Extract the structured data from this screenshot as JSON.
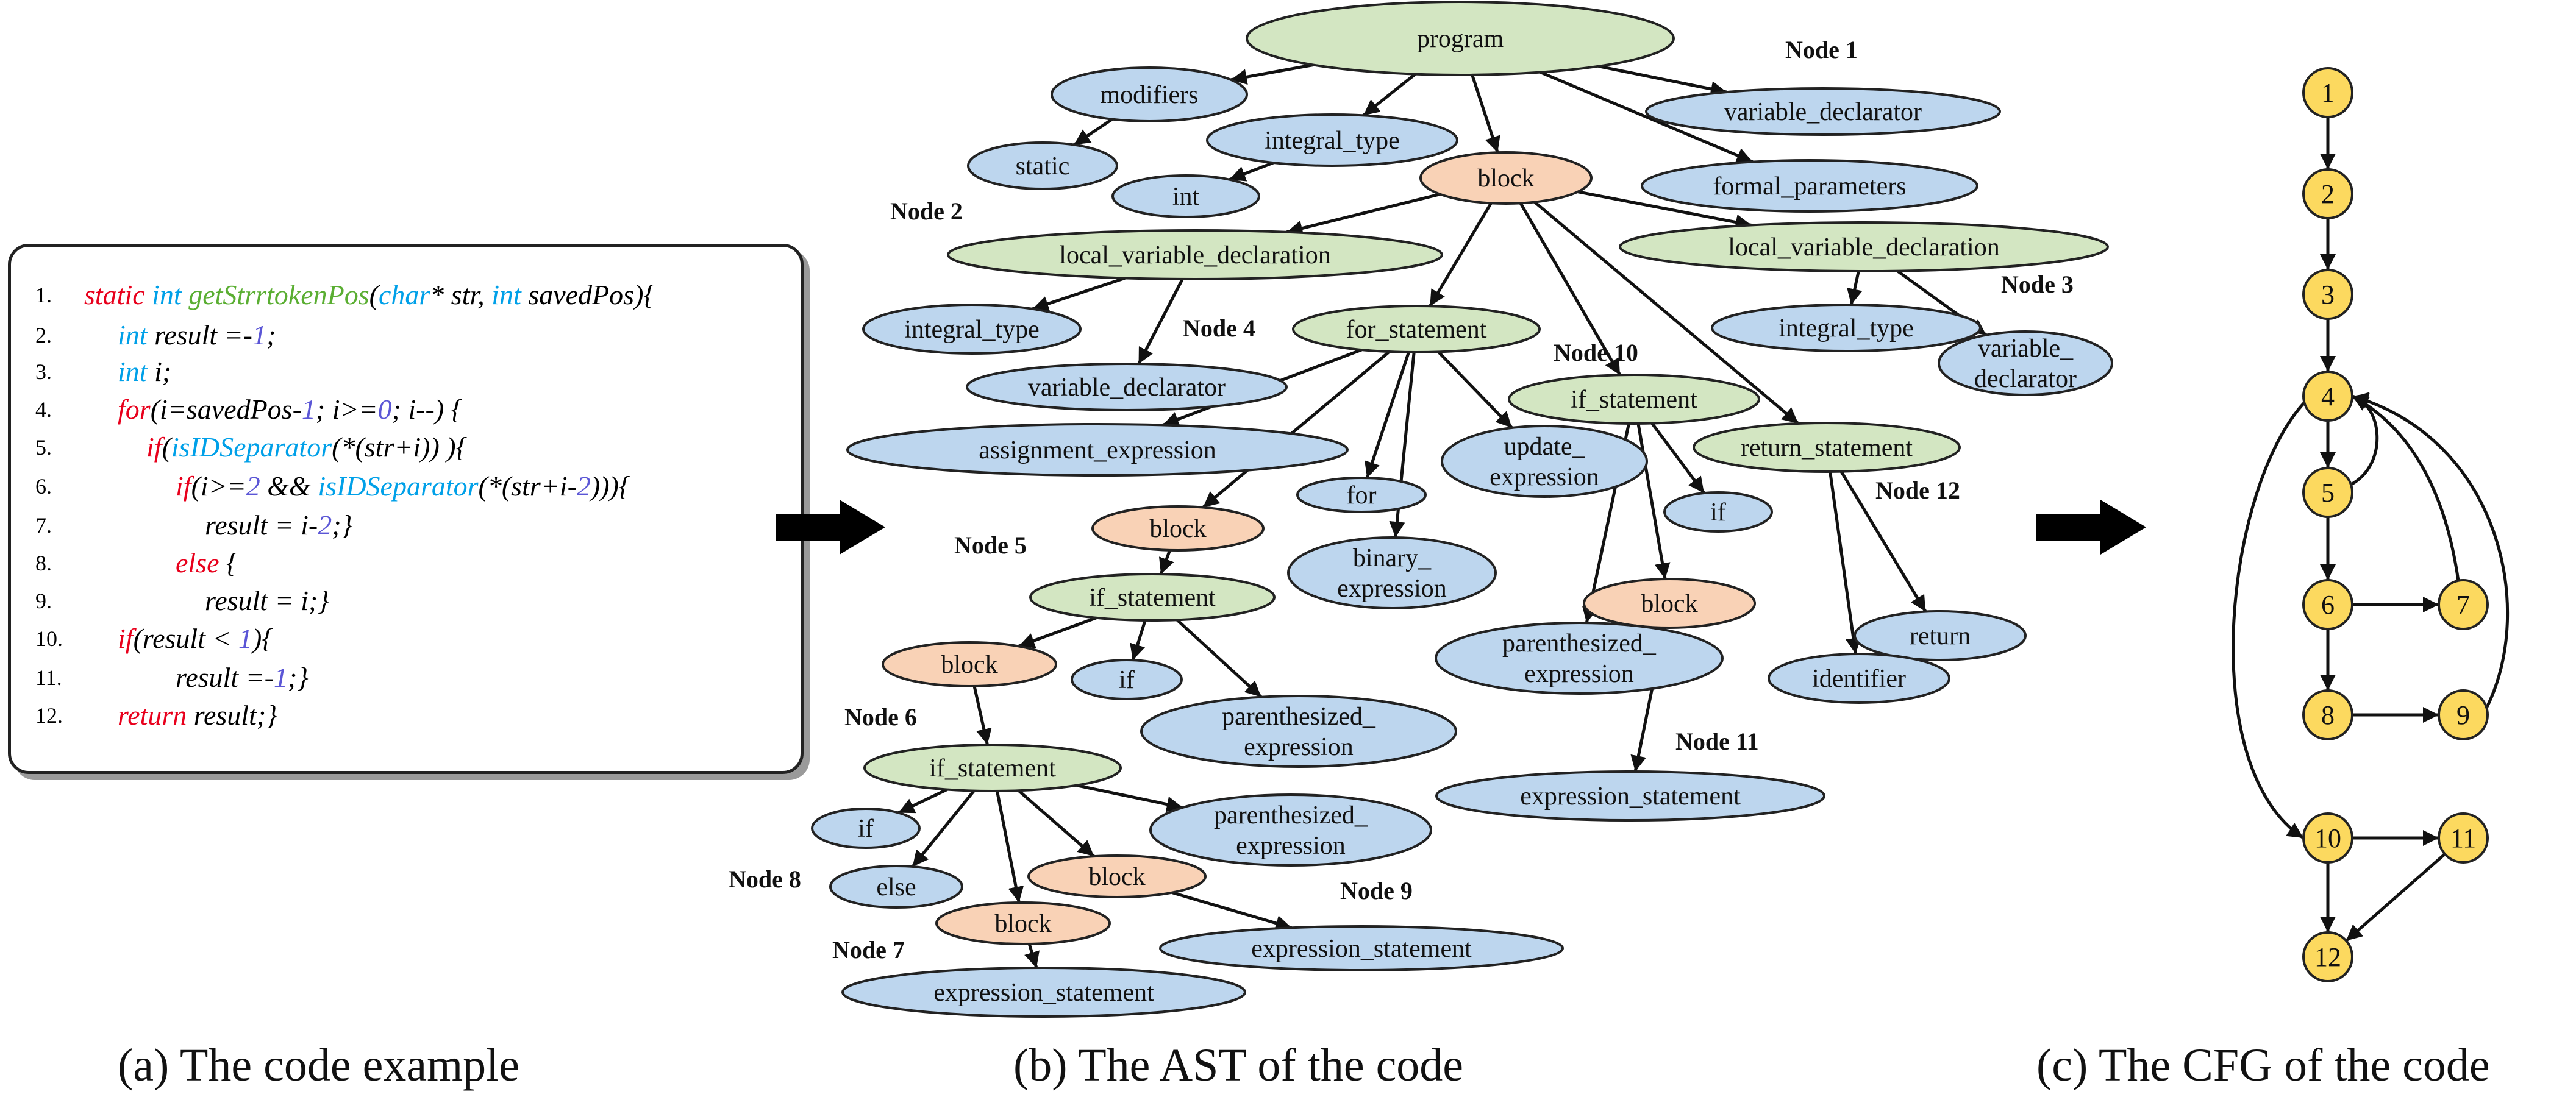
{
  "code_panel": {
    "lines": [
      {
        "num": "1.",
        "parts": [
          {
            "t": "static",
            "c": "kw"
          },
          {
            "t": " ",
            "c": ""
          },
          {
            "t": "int",
            "c": "ty"
          },
          {
            "t": " ",
            "c": ""
          },
          {
            "t": "getStrrtokenPos",
            "c": "fn"
          },
          {
            "t": "(",
            "c": ""
          },
          {
            "t": "char",
            "c": "ty"
          },
          {
            "t": "* str, ",
            "c": ""
          },
          {
            "t": "int",
            "c": "ty"
          },
          {
            "t": " savedPos){",
            "c": ""
          }
        ]
      },
      {
        "num": "2.",
        "parts": [
          {
            "t": "int",
            "c": "ty"
          },
          {
            "t": " result =-",
            "c": ""
          },
          {
            "t": "1",
            "c": "nm"
          },
          {
            "t": ";",
            "c": ""
          }
        ]
      },
      {
        "num": "3.",
        "parts": [
          {
            "t": "int",
            "c": "ty"
          },
          {
            "t": " i;",
            "c": ""
          }
        ]
      },
      {
        "num": "4.",
        "parts": [
          {
            "t": "for",
            "c": "kw"
          },
          {
            "t": "(i=savedPos-",
            "c": ""
          },
          {
            "t": "1",
            "c": "nm"
          },
          {
            "t": "; i>=",
            "c": ""
          },
          {
            "t": "0",
            "c": "nm"
          },
          {
            "t": "; i--) {",
            "c": ""
          }
        ]
      },
      {
        "num": "5.",
        "parts": [
          {
            "t": "if",
            "c": "kw"
          },
          {
            "t": "(",
            "c": ""
          },
          {
            "t": "isIDSeparator",
            "c": "ty"
          },
          {
            "t": "(*(str+i))  ){",
            "c": ""
          }
        ]
      },
      {
        "num": "6.",
        "parts": [
          {
            "t": "if",
            "c": "kw"
          },
          {
            "t": "(i>=",
            "c": ""
          },
          {
            "t": "2",
            "c": "nm"
          },
          {
            "t": " && ",
            "c": ""
          },
          {
            "t": "isIDSeparator",
            "c": "ty"
          },
          {
            "t": "(*(str+i-",
            "c": ""
          },
          {
            "t": "2",
            "c": "nm"
          },
          {
            "t": "))){",
            "c": ""
          }
        ]
      },
      {
        "num": "7.",
        "parts": [
          {
            "t": "result = i-",
            "c": ""
          },
          {
            "t": "2",
            "c": "nm"
          },
          {
            "t": ";}",
            "c": ""
          }
        ]
      },
      {
        "num": "8.",
        "parts": [
          {
            "t": "else",
            "c": "kw"
          },
          {
            "t": " {",
            "c": ""
          }
        ]
      },
      {
        "num": "9.",
        "parts": [
          {
            "t": "result = i;}",
            "c": ""
          }
        ]
      },
      {
        "num": "10.",
        "parts": [
          {
            "t": "if",
            "c": "kw"
          },
          {
            "t": "(result < ",
            "c": ""
          },
          {
            "t": "1",
            "c": "nm"
          },
          {
            "t": "){",
            "c": ""
          }
        ]
      },
      {
        "num": "11.",
        "parts": [
          {
            "t": "result =-",
            "c": ""
          },
          {
            "t": "1",
            "c": "nm"
          },
          {
            "t": ";}",
            "c": ""
          }
        ]
      },
      {
        "num": "12.",
        "parts": [
          {
            "t": "return",
            "c": "kw"
          },
          {
            "t": " result;}",
            "c": ""
          }
        ]
      }
    ]
  },
  "captions": {
    "a": "(a) The code example",
    "b": "(b) The AST of the code",
    "c": "(c) The CFG of the code"
  },
  "colors": {
    "green": "#d3e6c2",
    "blue": "#bdd6ee",
    "orange": "#f9d2b6",
    "yellow": "#fcd95f",
    "stroke": "#222222",
    "keyword_red": "#e8001c",
    "type_blue": "#00a0e8",
    "function_green": "#5aae32",
    "number_purple": "#5b56d6"
  },
  "ast": {
    "nodes": [
      {
        "id": "program",
        "lines": [
          "program"
        ],
        "fill": "green"
      },
      {
        "id": "modifiers",
        "lines": [
          "modifiers"
        ],
        "fill": "blue"
      },
      {
        "id": "integral_type_1",
        "lines": [
          "integral_type"
        ],
        "fill": "blue"
      },
      {
        "id": "variable_declarator_1",
        "lines": [
          "variable_declarator"
        ],
        "fill": "blue"
      },
      {
        "id": "static",
        "lines": [
          "static"
        ],
        "fill": "blue"
      },
      {
        "id": "int",
        "lines": [
          "int"
        ],
        "fill": "blue"
      },
      {
        "id": "block_1",
        "lines": [
          "block"
        ],
        "fill": "orange"
      },
      {
        "id": "formal_parameters",
        "lines": [
          "formal_parameters"
        ],
        "fill": "blue"
      },
      {
        "id": "lvd_left",
        "lines": [
          "local_variable_declaration"
        ],
        "fill": "green"
      },
      {
        "id": "lvd_right",
        "lines": [
          "local_variable_declaration"
        ],
        "fill": "green"
      },
      {
        "id": "integral_type_2",
        "lines": [
          "integral_type"
        ],
        "fill": "blue"
      },
      {
        "id": "variable_declarator_2",
        "lines": [
          "variable_declarator"
        ],
        "fill": "blue"
      },
      {
        "id": "for_statement",
        "lines": [
          "for_statement"
        ],
        "fill": "green"
      },
      {
        "id": "integral_type_3",
        "lines": [
          "integral_type"
        ],
        "fill": "blue"
      },
      {
        "id": "variable_declarator_3",
        "lines": [
          "variable_",
          "declarator"
        ],
        "fill": "blue"
      },
      {
        "id": "if_statement_10",
        "lines": [
          "if_statement"
        ],
        "fill": "green"
      },
      {
        "id": "assignment_expression",
        "lines": [
          "assignment_expression"
        ],
        "fill": "blue"
      },
      {
        "id": "update_expression",
        "lines": [
          "update_",
          "expression"
        ],
        "fill": "blue"
      },
      {
        "id": "return_statement",
        "lines": [
          "return_statement"
        ],
        "fill": "green"
      },
      {
        "id": "for",
        "lines": [
          "for"
        ],
        "fill": "blue"
      },
      {
        "id": "if_10",
        "lines": [
          "if"
        ],
        "fill": "blue"
      },
      {
        "id": "block_5",
        "lines": [
          "block"
        ],
        "fill": "orange"
      },
      {
        "id": "binary_expression",
        "lines": [
          "binary_",
          "expression"
        ],
        "fill": "blue"
      },
      {
        "id": "if_statement_5",
        "lines": [
          "if_statement"
        ],
        "fill": "green"
      },
      {
        "id": "block_11",
        "lines": [
          "block"
        ],
        "fill": "orange"
      },
      {
        "id": "return",
        "lines": [
          "return"
        ],
        "fill": "blue"
      },
      {
        "id": "parenthesized_expression_10",
        "lines": [
          "parenthesized_",
          "expression"
        ],
        "fill": "blue"
      },
      {
        "id": "block_6",
        "lines": [
          "block"
        ],
        "fill": "orange"
      },
      {
        "id": "if_5",
        "lines": [
          "if"
        ],
        "fill": "blue"
      },
      {
        "id": "identifier",
        "lines": [
          "identifier"
        ],
        "fill": "blue"
      },
      {
        "id": "parenthesized_expression_5",
        "lines": [
          "parenthesized_",
          "expression"
        ],
        "fill": "blue"
      },
      {
        "id": "if_statement_6",
        "lines": [
          "if_statement"
        ],
        "fill": "green"
      },
      {
        "id": "expression_statement_11",
        "lines": [
          "expression_statement"
        ],
        "fill": "blue"
      },
      {
        "id": "if_6",
        "lines": [
          "if"
        ],
        "fill": "blue"
      },
      {
        "id": "parenthesized_expression_6",
        "lines": [
          "parenthesized_",
          "expression"
        ],
        "fill": "blue"
      },
      {
        "id": "block_8",
        "lines": [
          "block"
        ],
        "fill": "orange"
      },
      {
        "id": "else",
        "lines": [
          "else"
        ],
        "fill": "blue"
      },
      {
        "id": "block_7",
        "lines": [
          "block"
        ],
        "fill": "orange"
      },
      {
        "id": "expression_statement_9",
        "lines": [
          "expression_statement"
        ],
        "fill": "blue"
      },
      {
        "id": "expression_statement_7",
        "lines": [
          "expression_statement"
        ],
        "fill": "blue"
      }
    ],
    "edges": [
      [
        "program",
        "modifiers"
      ],
      [
        "program",
        "integral_type_1"
      ],
      [
        "program",
        "block_1"
      ],
      [
        "program",
        "variable_declarator_1"
      ],
      [
        "program",
        "formal_parameters"
      ],
      [
        "modifiers",
        "static"
      ],
      [
        "integral_type_1",
        "int"
      ],
      [
        "block_1",
        "lvd_left"
      ],
      [
        "block_1",
        "lvd_right"
      ],
      [
        "block_1",
        "for_statement"
      ],
      [
        "block_1",
        "if_statement_10"
      ],
      [
        "block_1",
        "return_statement"
      ],
      [
        "lvd_left",
        "integral_type_2"
      ],
      [
        "lvd_left",
        "variable_declarator_2"
      ],
      [
        "lvd_right",
        "integral_type_3"
      ],
      [
        "lvd_right",
        "variable_declarator_3"
      ],
      [
        "for_statement",
        "assignment_expression"
      ],
      [
        "for_statement",
        "update_expression"
      ],
      [
        "for_statement",
        "for"
      ],
      [
        "for_statement",
        "binary_expression"
      ],
      [
        "for_statement",
        "block_5"
      ],
      [
        "if_statement_10",
        "if_10"
      ],
      [
        "if_statement_10",
        "block_11"
      ],
      [
        "if_statement_10",
        "parenthesized_expression_10"
      ],
      [
        "return_statement",
        "return"
      ],
      [
        "return_statement",
        "identifier"
      ],
      [
        "block_5",
        "if_statement_5"
      ],
      [
        "if_statement_5",
        "block_6"
      ],
      [
        "if_statement_5",
        "if_5"
      ],
      [
        "if_statement_5",
        "parenthesized_expression_5"
      ],
      [
        "block_11",
        "expression_statement_11"
      ],
      [
        "block_6",
        "if_statement_6"
      ],
      [
        "if_statement_6",
        "if_6"
      ],
      [
        "if_statement_6",
        "parenthesized_expression_6"
      ],
      [
        "if_statement_6",
        "block_8"
      ],
      [
        "if_statement_6",
        "else"
      ],
      [
        "if_statement_6",
        "block_7"
      ],
      [
        "block_8",
        "expression_statement_9"
      ],
      [
        "block_7",
        "expression_statement_7"
      ]
    ],
    "node_labels": [
      {
        "id": "n1",
        "text": "Node 1"
      },
      {
        "id": "n2",
        "text": "Node 2"
      },
      {
        "id": "n3",
        "text": "Node 3"
      },
      {
        "id": "n4",
        "text": "Node 4"
      },
      {
        "id": "n5",
        "text": "Node 5"
      },
      {
        "id": "n6",
        "text": "Node 6"
      },
      {
        "id": "n7",
        "text": "Node 7"
      },
      {
        "id": "n8",
        "text": "Node 8"
      },
      {
        "id": "n9",
        "text": "Node 9"
      },
      {
        "id": "n10",
        "text": "Node 10"
      },
      {
        "id": "n11",
        "text": "Node 11"
      },
      {
        "id": "n12",
        "text": "Node 12"
      }
    ]
  },
  "cfg": {
    "nodes": [
      "1",
      "2",
      "3",
      "4",
      "5",
      "6",
      "7",
      "8",
      "9",
      "10",
      "11",
      "12"
    ],
    "edges": [
      [
        "1",
        "2"
      ],
      [
        "2",
        "3"
      ],
      [
        "3",
        "4"
      ],
      [
        "4",
        "5"
      ],
      [
        "5",
        "4"
      ],
      [
        "5",
        "6"
      ],
      [
        "6",
        "7"
      ],
      [
        "7",
        "4"
      ],
      [
        "6",
        "8"
      ],
      [
        "8",
        "9"
      ],
      [
        "9",
        "4"
      ],
      [
        "4",
        "10"
      ],
      [
        "10",
        "11"
      ],
      [
        "10",
        "12"
      ],
      [
        "11",
        "12"
      ]
    ]
  }
}
